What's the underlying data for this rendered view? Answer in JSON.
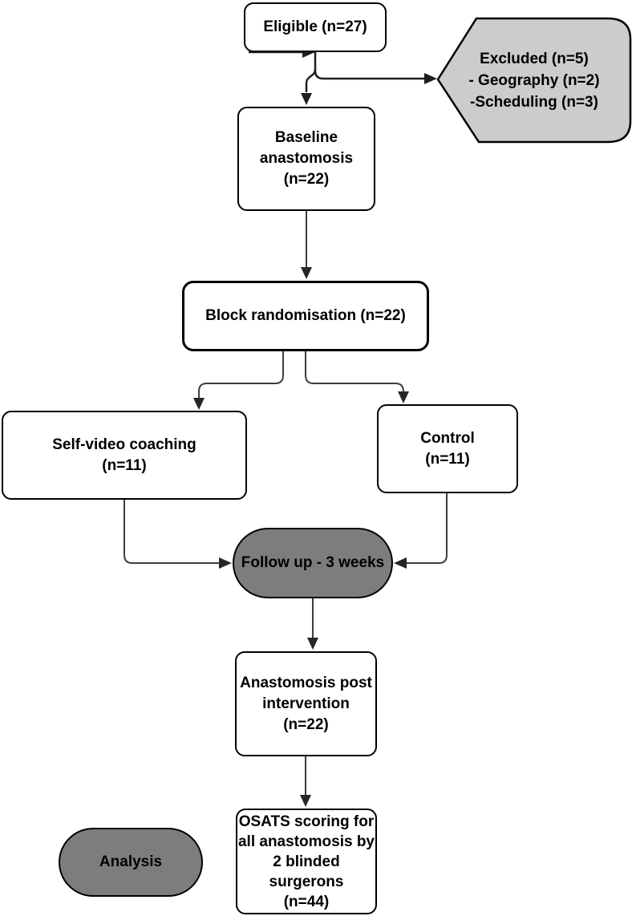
{
  "diagram": {
    "type": "flowchart",
    "nodes": {
      "eligible": {
        "label": "Eligible (n=27)",
        "shape": "rounded-rect",
        "fill": "#ffffff"
      },
      "excluded": {
        "label": "Excluded (n=5)\n- Geography (n=2)\n-Scheduling (n=3)",
        "shape": "pointed-hexagon",
        "fill": "#cccccc"
      },
      "baseline": {
        "label": "Baseline\nanastomosis\n(n=22)",
        "shape": "rounded-rect",
        "fill": "#ffffff"
      },
      "randomisation": {
        "label": "Block randomisation (n=22)",
        "shape": "rounded-rect-thick",
        "fill": "#ffffff"
      },
      "self_video": {
        "label": "Self-video coaching\n(n=11)",
        "shape": "rounded-rect",
        "fill": "#ffffff"
      },
      "control": {
        "label": "Control\n(n=11)",
        "shape": "rounded-rect",
        "fill": "#ffffff"
      },
      "follow_up": {
        "label": "Follow up - 3 weeks",
        "shape": "stadium",
        "fill": "#7d7d7d"
      },
      "post_intervention": {
        "label": "Anastomosis post\nintervention\n(n=22)",
        "shape": "rounded-rect",
        "fill": "#ffffff"
      },
      "osats": {
        "label": "OSATS scoring for\nall anastomosis by\n2 blinded\nsurgerons\n(n=44)",
        "shape": "rounded-rect",
        "fill": "#ffffff"
      },
      "analysis": {
        "label": "Analysis",
        "shape": "stadium",
        "fill": "#7d7d7d"
      }
    },
    "edges": [
      {
        "from": "eligible",
        "to": "excluded"
      },
      {
        "from": "eligible",
        "to": "baseline"
      },
      {
        "from": "baseline",
        "to": "randomisation"
      },
      {
        "from": "randomisation",
        "to": "self_video"
      },
      {
        "from": "randomisation",
        "to": "control"
      },
      {
        "from": "self_video",
        "to": "follow_up"
      },
      {
        "from": "control",
        "to": "follow_up"
      },
      {
        "from": "follow_up",
        "to": "post_intervention"
      },
      {
        "from": "post_intervention",
        "to": "osats"
      }
    ],
    "colors": {
      "node_fill": "#ffffff",
      "excluded_fill": "#cccccc",
      "dark_fill": "#7d7d7d",
      "border": "#000000",
      "connector": "#3d3d3d",
      "arrowhead": "#262626"
    }
  }
}
